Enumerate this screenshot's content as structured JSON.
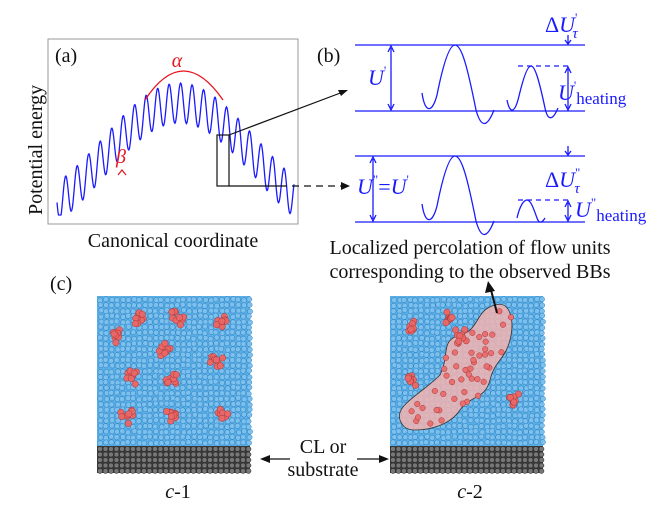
{
  "panel_a": {
    "label": "(a)",
    "ylabel": "Potential energy",
    "xlabel": "Canonical coordinate",
    "alpha": "α",
    "beta": "β"
  },
  "panel_b": {
    "label": "(b)",
    "delta": "Δ",
    "U": "U",
    "tau": "τ",
    "prime": "'",
    "dprime": "\"",
    "heating": "heating",
    "equals": "=",
    "percolation_line1": "Localized percolation of flow units",
    "percolation_line2": "corresponding to the observed BBs"
  },
  "panel_c": {
    "label": "(c)",
    "cl_line1": "CL or",
    "cl_line2": "substrate",
    "c1_prefix": "c",
    "c1_suffix": "-1",
    "c2_prefix": "c",
    "c2_suffix": "-2"
  },
  "colors": {
    "curve": "#1a1aff",
    "envelope": "#e8141e",
    "matrix_atom": "#4aa3e0",
    "flow_unit_atom": "#e05a5a",
    "substrate": "#3a3a3a"
  }
}
